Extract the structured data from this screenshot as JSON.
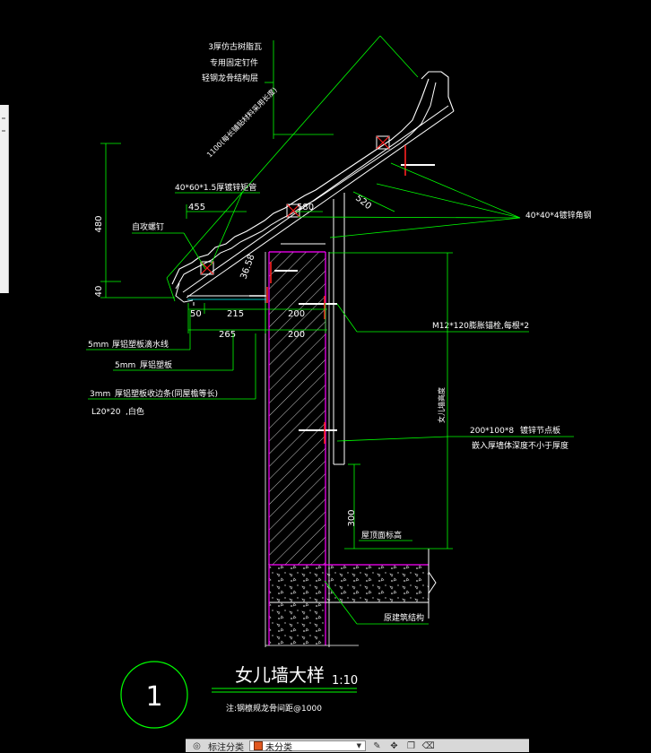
{
  "drawing": {
    "labels": {
      "tile": "3厚仿古树脂瓦",
      "fastener": "专用固定钉件",
      "steel_layer": "轻钢龙骨结构层",
      "tile_length": "1100(每长铺贴材料采用长度)",
      "purlin": "40*60*1.5厚镀锌矩管",
      "tapping_screw": "自攻螺钉",
      "angle_steel": "40*40*4镀锌角钢",
      "anchor_bolt": "M12*120",
      "anchor_bolt_desc": "膨胀锚栓,每根*2",
      "drip_line": "厚铝塑板滴水线",
      "drip_line_thk": "5mm",
      "alu_board": "厚铝塑板",
      "alu_board_thk": "5mm",
      "edge_strip": "厚铝塑板收边条(同屋檐等长)",
      "edge_strip_thk": "3mm",
      "angle_small": "L20*20",
      "angle_small_color": ",白色",
      "embed_plate": "200*100*8",
      "embed_plate_desc": "镀锌节点板",
      "embed_plate_note": "嵌入厚墙体深度不小于厚度",
      "wall_height_note": "女儿墙高度",
      "roof_face": "屋顶面标高",
      "structure": "原建筑结构"
    },
    "dimensions": {
      "d480": "480",
      "d40": "40",
      "d455": "455",
      "d580": "580",
      "d520": "520",
      "d3658": "36.58",
      "d50": "50",
      "d215": "215",
      "d200a": "200",
      "d265": "265",
      "d200b": "200",
      "d300": "300"
    },
    "title": {
      "number": "1",
      "name": "女儿墙大样",
      "scale": "1:10",
      "note": "注:钢檩规龙骨间距@1000"
    }
  },
  "toolbar": {
    "label": "标注分类",
    "value": "未分类"
  },
  "colors": {
    "background": "#000000",
    "line_green": "#00ff00",
    "line_magenta": "#ff00ff",
    "line_white": "#ffffff",
    "accent_red": "#ff2020",
    "accent_cyan": "#00ffff"
  }
}
